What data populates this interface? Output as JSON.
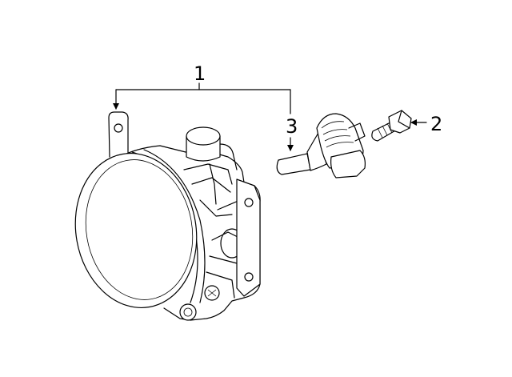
{
  "diagram": {
    "callouts": [
      {
        "id": "1",
        "label": "1"
      },
      {
        "id": "2",
        "label": "2"
      },
      {
        "id": "3",
        "label": "3"
      }
    ],
    "parts": [
      {
        "callout": "1",
        "icon": "fog-lamp-assembly-icon"
      },
      {
        "callout": "2",
        "icon": "screw-icon"
      },
      {
        "callout": "3",
        "icon": "bulb-icon"
      }
    ]
  }
}
